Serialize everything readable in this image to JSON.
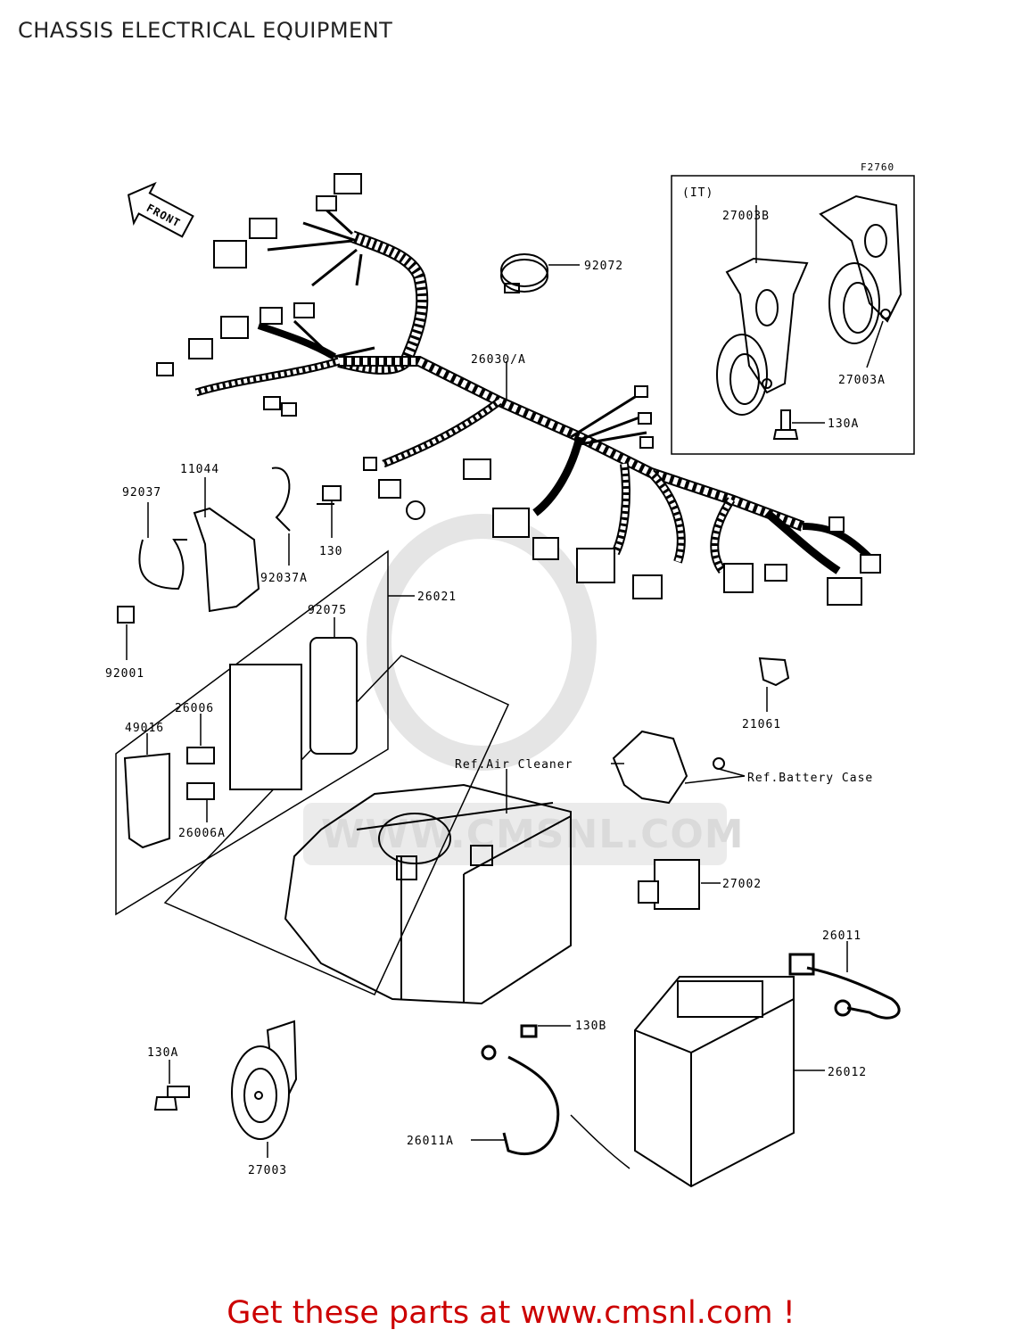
{
  "title": "CHASSIS ELECTRICAL EQUIPMENT",
  "figure_code": "F2760",
  "front_label": "FRONT",
  "inset_label": "(IT)",
  "watermark": "WWW.CMSNL.COM",
  "parts": {
    "p92072": "92072",
    "p26030A": "26030/A",
    "p27003B": "27003B",
    "p27003A": "27003A",
    "p130A_top": "130A",
    "p11044": "11044",
    "p92037": "92037",
    "p130": "130",
    "p92037A": "92037A",
    "p26021": "26021",
    "p92075": "92075",
    "p92001": "92001",
    "p21061": "21061",
    "p26006": "26006",
    "p49016": "49016",
    "p26006A": "26006A",
    "ref_air": "Ref.Air Cleaner",
    "ref_battery": "Ref.Battery Case",
    "p27002": "27002",
    "p26011": "26011",
    "p130B": "130B",
    "p26012": "26012",
    "p130A_bottom": "130A",
    "p26011A": "26011A",
    "p27003": "27003"
  },
  "footer": "Get these parts at www.cmsnl.com !",
  "colors": {
    "footer": "#cc0000",
    "line": "#000000",
    "watermark": "#d8d8d8"
  }
}
